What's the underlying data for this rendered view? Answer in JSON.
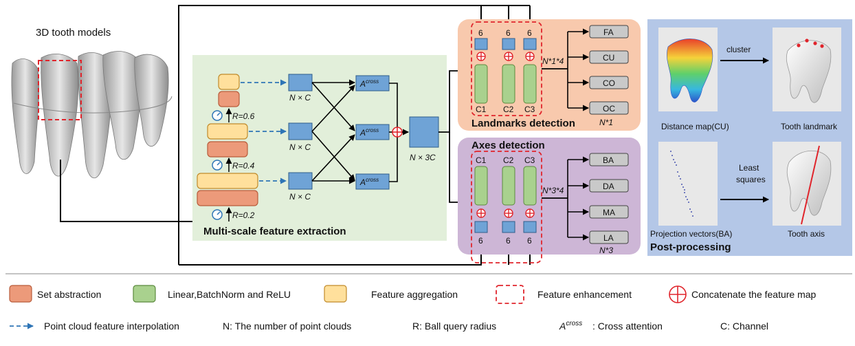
{
  "left_panel": {
    "title": "3D tooth models"
  },
  "multiscale": {
    "title": "Multi-scale feature extraction",
    "radii": [
      "R=0.6",
      "R=0.4",
      "R=0.2"
    ],
    "nc_labels": [
      "N × C",
      "N × C",
      "N × C"
    ],
    "attention_label": "A",
    "attention_sup": "cross",
    "concat_label": "N × 3C"
  },
  "landmarks": {
    "title": "Landmarks detection",
    "channels": [
      "C1",
      "C2",
      "C3"
    ],
    "sixes": [
      "6",
      "6",
      "6"
    ],
    "shape_label": "N*1*4",
    "outputs": [
      "FA",
      "CU",
      "CO",
      "OC"
    ],
    "out_note": "N*1"
  },
  "axes": {
    "title": "Axes detection",
    "channels": [
      "C1",
      "C2",
      "C3"
    ],
    "sixes": [
      "6",
      "6",
      "6"
    ],
    "shape_label": "N*3*4",
    "outputs": [
      "BA",
      "DA",
      "MA",
      "LA"
    ],
    "out_note": "N*3"
  },
  "post": {
    "title": "Post-processing",
    "distance_map": "Distance map(CU)",
    "cluster": "cluster",
    "tooth_landmark": "Tooth landmark",
    "projection": "Projection vectors(BA)",
    "least": "Least",
    "squares": "squares",
    "tooth_axis": "Tooth axis"
  },
  "legend": {
    "row1": [
      "Set abstraction",
      "Linear,BatchNorm and ReLU",
      "Feature aggregation",
      "Feature enhancement",
      "Concatenate the feature map"
    ],
    "row2": [
      "Point cloud feature interpolation",
      "N: The number of point clouds",
      "R: Ball query radius",
      "A",
      "cross",
      ": Cross attention",
      "C: Channel"
    ]
  },
  "colors": {
    "set_abstraction": "#ec9a7a",
    "linear": "#a9d18e",
    "aggregation": "#ffe09c",
    "blue_box": "#6fa3d6",
    "green_panel": "#e2efda",
    "orange_panel": "#f8c9ad",
    "purple_panel": "#cdb6d6",
    "post_panel": "#b4c7e7",
    "gray_box": "#c9c9c9",
    "red": "#e0242b"
  }
}
